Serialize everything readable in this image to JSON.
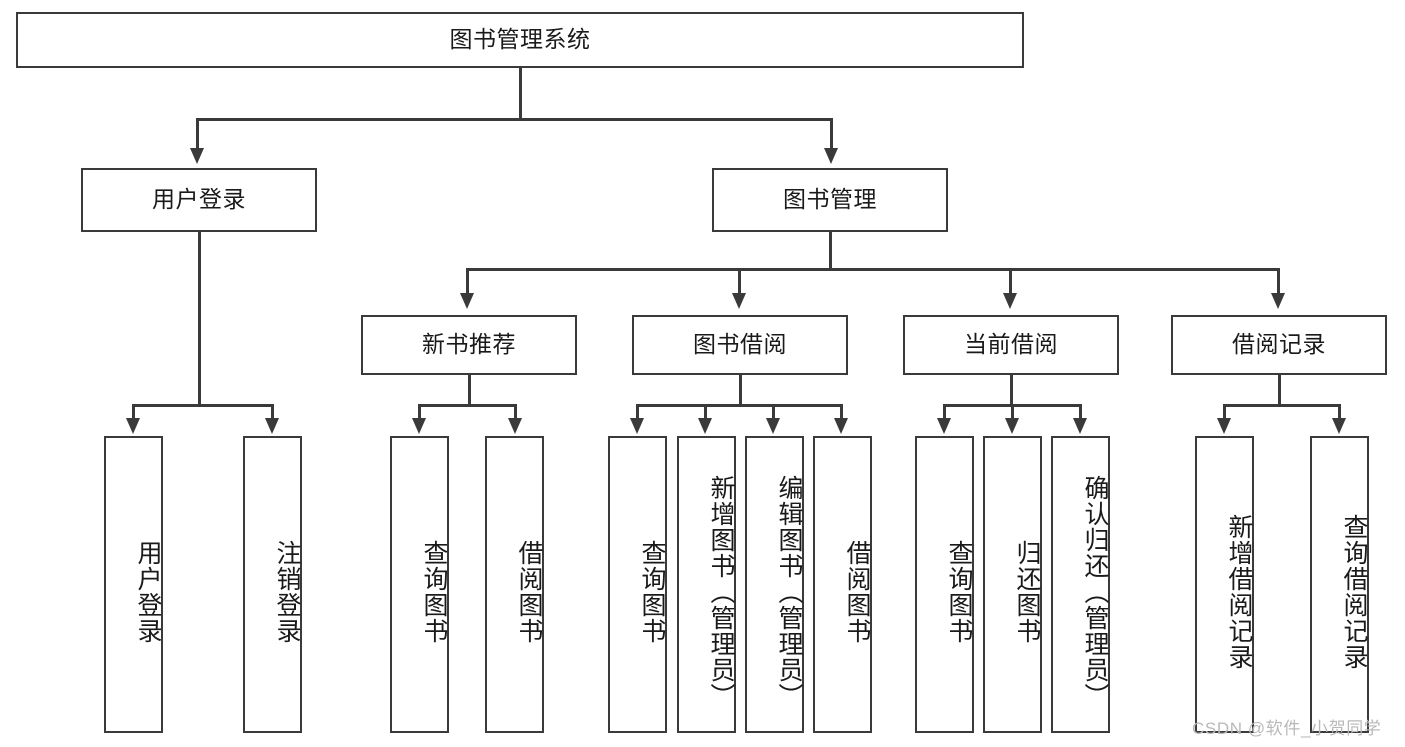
{
  "diagram": {
    "type": "tree-hierarchy",
    "title": "图书管理系统",
    "root": {
      "label": "图书管理系统"
    },
    "level2": [
      {
        "id": "user-login",
        "label": "用户登录"
      },
      {
        "id": "book-management",
        "label": "图书管理"
      }
    ],
    "level3": [
      {
        "id": "new-book-recommend",
        "label": "新书推荐",
        "parent": "book-management"
      },
      {
        "id": "book-borrow",
        "label": "图书借阅",
        "parent": "book-management"
      },
      {
        "id": "current-borrow",
        "label": "当前借阅",
        "parent": "book-management"
      },
      {
        "id": "borrow-record",
        "label": "借阅记录",
        "parent": "book-management"
      }
    ],
    "leaves": [
      {
        "id": "leaf-user-login",
        "label": "用户登录",
        "parent": "user-login"
      },
      {
        "id": "leaf-logout-login",
        "label": "注销登录",
        "parent": "user-login"
      },
      {
        "id": "leaf-query-book-1",
        "label": "查询图书",
        "parent": "new-book-recommend"
      },
      {
        "id": "leaf-borrow-book-1",
        "label": "借阅图书",
        "parent": "new-book-recommend"
      },
      {
        "id": "leaf-query-book-2",
        "label": "查询图书",
        "parent": "book-borrow"
      },
      {
        "id": "leaf-add-book",
        "label": "新增图书（管理员）",
        "parent": "book-borrow"
      },
      {
        "id": "leaf-edit-book",
        "label": "编辑图书（管理员）",
        "parent": "book-borrow"
      },
      {
        "id": "leaf-borrow-book-2",
        "label": "借阅图书",
        "parent": "book-borrow"
      },
      {
        "id": "leaf-query-book-3",
        "label": "查询图书",
        "parent": "current-borrow"
      },
      {
        "id": "leaf-return-book",
        "label": "归还图书",
        "parent": "current-borrow"
      },
      {
        "id": "leaf-confirm-return",
        "label": "确认归还（管理员）",
        "parent": "current-borrow"
      },
      {
        "id": "leaf-add-borrow-record",
        "label": "新增借阅记录",
        "parent": "borrow-record"
      },
      {
        "id": "leaf-query-borrow-record",
        "label": "查询借阅记录",
        "parent": "borrow-record"
      }
    ]
  },
  "watermark": {
    "text": "CSDN @软件_小贺同学"
  },
  "colors": {
    "stroke": "#3a3a3a",
    "text": "#1a1a1a",
    "background": "#ffffff",
    "watermark": "#b9b9b9"
  }
}
